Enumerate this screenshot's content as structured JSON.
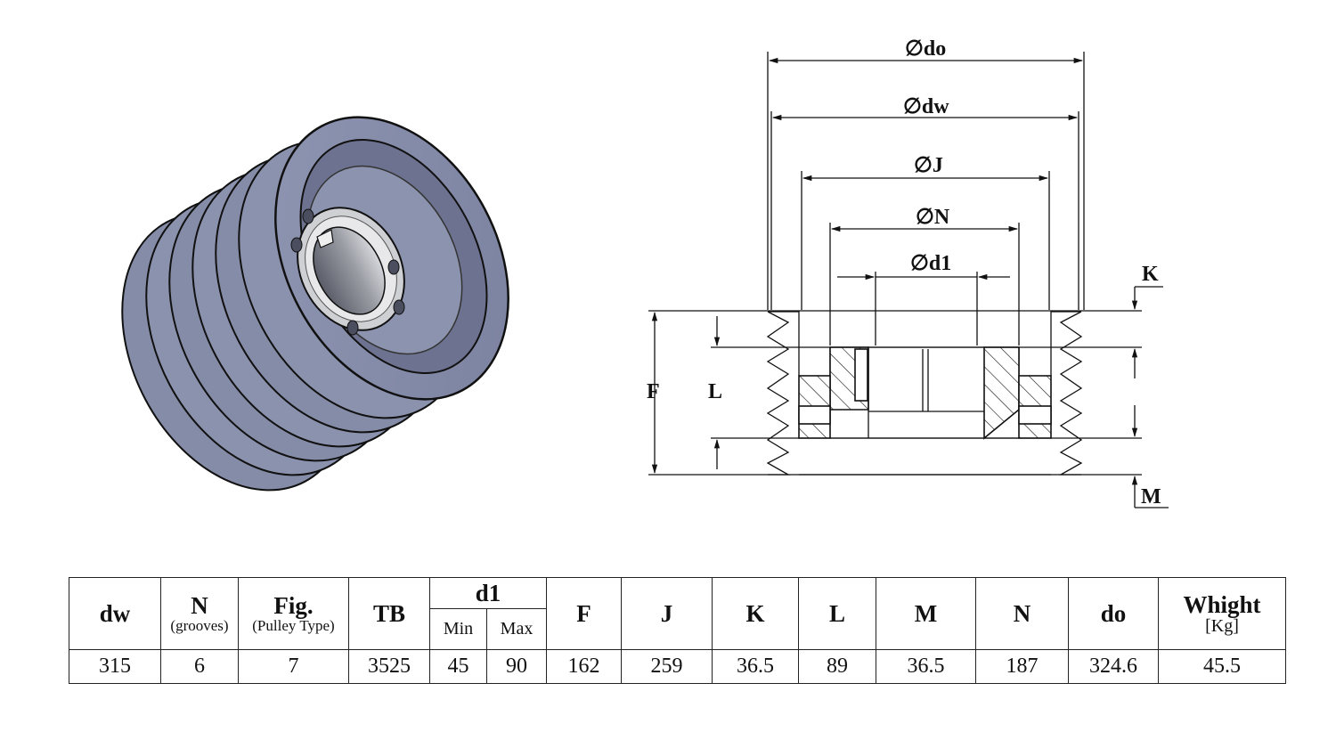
{
  "drawing": {
    "labels": {
      "do": "∅do",
      "dw": "∅dw",
      "J": "∅J",
      "N": "∅N",
      "d1": "∅d1",
      "K": "K",
      "M": "M",
      "F": "F",
      "L": "L"
    }
  },
  "table": {
    "headers": {
      "dw": "dw",
      "N": "N",
      "N_sub": "(grooves)",
      "Fig": "Fig.",
      "Fig_sub": "(Pulley Type)",
      "TB": "TB",
      "d1": "d1",
      "min": "Min",
      "max": "Max",
      "F": "F",
      "J": "J",
      "K": "K",
      "L": "L",
      "M": "M",
      "Ncol": "N",
      "do": "do",
      "weight": "Whight",
      "weight_unit": "[Kg]"
    },
    "values": {
      "dw": "315",
      "N": "6",
      "Fig": "7",
      "TB": "3525",
      "min": "45",
      "max": "90",
      "F": "162",
      "J": "259",
      "K": "36.5",
      "L": "89",
      "M": "36.5",
      "Ncol": "187",
      "do": "324.6",
      "weight": "45.5"
    }
  }
}
